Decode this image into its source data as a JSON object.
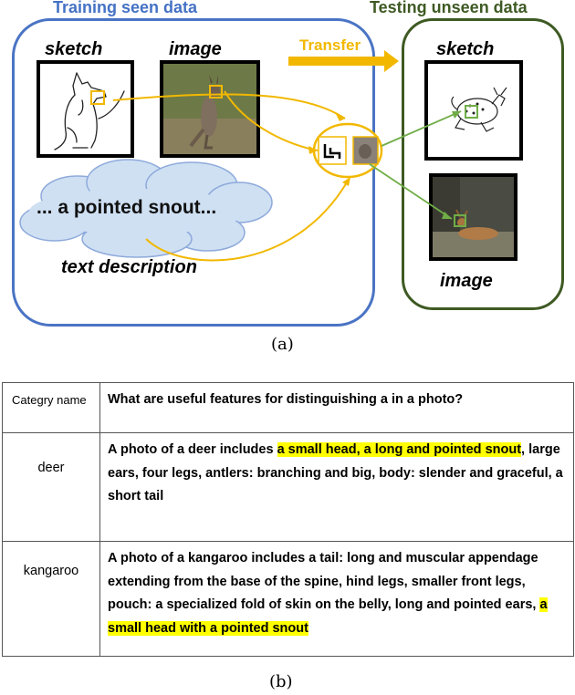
{
  "figure_a": {
    "training_title": "Training seen data",
    "testing_title": "Testing unseen data",
    "sketch_label": "sketch",
    "image_label": "image",
    "transfer_label": "Transfer",
    "cloud_text": "... a pointed snout...",
    "text_description_label": "text description",
    "caption": "(a)",
    "colors": {
      "training": "#4472c4",
      "testing": "#3e5a23",
      "transfer": "#f2b800",
      "match": "#70ad47"
    }
  },
  "figure_b": {
    "header": {
      "col1": "Categry name",
      "col2": "What are useful features for distinguishing a in a photo?"
    },
    "rows": [
      {
        "name": "deer",
        "before": "A photo of a deer includes ",
        "highlight": "a small head, a long and pointed snout",
        "after": ", large ears, four legs, antlers: branching and big, body: slender and graceful, a short tail"
      },
      {
        "name": "kangaroo",
        "before": "A photo of a kangaroo includes a tail: long and muscular appendage extending from the base of the spine, hind legs, smaller front legs, pouch: a specialized fold of skin on the belly, long and pointed ears, ",
        "highlight": "a small head with a pointed snout",
        "after": ""
      }
    ],
    "caption": "(b)",
    "highlight_color": "#ffff00"
  }
}
